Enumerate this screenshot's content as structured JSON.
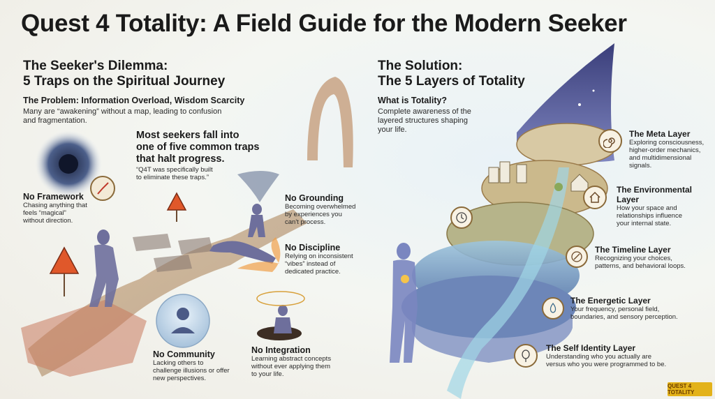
{
  "title": "Quest 4 Totality: A Field Guide for the Modern Seeker",
  "left": {
    "heading_line1": "The Seeker's Dilemma:",
    "heading_line2": "5 Traps on the Spiritual Journey",
    "problem_title": "The Problem: Information Overload, Wisdom Scarcity",
    "problem_line1": "Many are “awakening” without a map, leading to confusion",
    "problem_line2": "and fragmentation.",
    "lead_line1": "Most seekers fall into",
    "lead_line2": "one of five common traps",
    "lead_line3": "that halt progress.",
    "quote_line1": "“Q4T was specifically built",
    "quote_line2": "to eliminate these traps.”",
    "traps": [
      {
        "label": "No Framework",
        "desc": [
          "Chasing anything that",
          "feels “magical”",
          "without direction."
        ]
      },
      {
        "label": "No Grounding",
        "desc": [
          "Becoming overwhelmed",
          "by experiences you",
          "can't process."
        ]
      },
      {
        "label": "No Discipline",
        "desc": [
          "Relying on inconsistent",
          "“vibes” instead of",
          "dedicated practice."
        ]
      },
      {
        "label": "No Community",
        "desc": [
          "Lacking others to",
          "challenge illusions or offer",
          "new perspectives."
        ]
      },
      {
        "label": "No Integration",
        "desc": [
          "Learning abstract concepts",
          "without ever applying them",
          "to your life."
        ]
      }
    ]
  },
  "right": {
    "heading_line1": "The Solution:",
    "heading_line2": "The 5 Layers of Totality",
    "what_title": "What is Totality?",
    "what_line1": "Complete awareness of the",
    "what_line2": "layered structures shaping",
    "what_line3": "your life.",
    "layers": [
      {
        "title": "The Meta Layer",
        "desc": [
          "Exploring consciousness,",
          "higher-order mechanics,",
          "and multidimensional",
          "signals."
        ],
        "icon": "spiral-icon"
      },
      {
        "title": "The Environmental",
        "title2": "Layer",
        "desc": [
          "How your space and",
          "relationships influence",
          "your internal state."
        ],
        "icon": "house-icon"
      },
      {
        "title": "The Timeline Layer",
        "desc": [
          "Recognizing your choices,",
          "patterns, and behavioral loops."
        ],
        "icon": "clock-icon"
      },
      {
        "title": "The Energetic Layer",
        "desc": [
          "Your frequency, personal field,",
          "boundaries, and sensory perception."
        ],
        "icon": "flame-icon"
      },
      {
        "title": "The Self Identity Layer",
        "desc": [
          "Understanding who you actually are",
          "versus who you were programmed to be."
        ],
        "icon": "mirror-icon"
      }
    ]
  },
  "logo_text": "QUEST 4 TOTALITY",
  "colors": {
    "accent_gold": "#8a6a3a",
    "warning": "#e0582a",
    "water": "#8cc6dc",
    "cosmic": "#2a2c5e"
  }
}
